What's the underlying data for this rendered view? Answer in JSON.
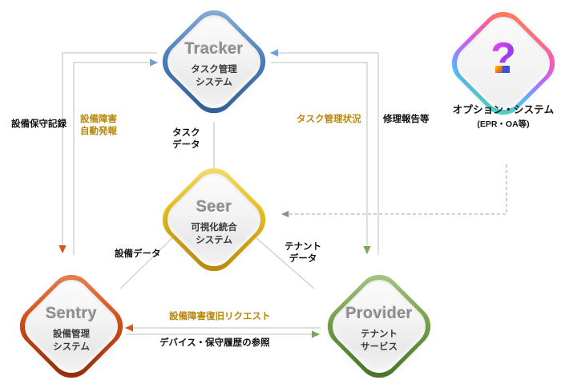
{
  "diagram": {
    "title_text": "",
    "nodes": [
      {
        "key": "tracker",
        "name": "Tracker",
        "sub1": "タスク管理",
        "sub2": "システム",
        "color": "#4f81bd",
        "color_dark": "#2f5e96"
      },
      {
        "key": "seer",
        "name": "Seer",
        "sub1": "可視化統合",
        "sub2": "システム",
        "color": "#e8c020",
        "color_dark": "#b8860b"
      },
      {
        "key": "sentry",
        "name": "Sentry",
        "sub1": "設備管理",
        "sub2": "システム",
        "color": "#d9531e",
        "color_dark": "#9c2f06"
      },
      {
        "key": "provider",
        "name": "Provider",
        "sub1": "テナント",
        "sub2": "サービス",
        "color": "#7aa84f",
        "color_dark": "#4e7a2a"
      },
      {
        "key": "option",
        "name": "?",
        "sub1": "",
        "sub2": "",
        "color": "#ff66cc",
        "color_dark": "#8e44ad"
      }
    ],
    "option_caption": {
      "line1": "オプション・システム",
      "line2": "(EPR・OA等)"
    },
    "edge_labels": [
      {
        "key": "equip-maint-record",
        "text": "設備保守記録",
        "color": "#111111"
      },
      {
        "key": "equip-fault-auto-report-l1",
        "text": "設備障害",
        "color": "#b8860b"
      },
      {
        "key": "equip-fault-auto-report-l2",
        "text": "自動発報",
        "color": "#b8860b"
      },
      {
        "key": "task-data-l1",
        "text": "タスク",
        "color": "#111111"
      },
      {
        "key": "task-data-l2",
        "text": "データ",
        "color": "#111111"
      },
      {
        "key": "task-mgmt-status",
        "text": "タスク管理状況",
        "color": "#b8860b"
      },
      {
        "key": "repair-report",
        "text": "修理報告等",
        "color": "#111111"
      },
      {
        "key": "equip-data",
        "text": "設備データ",
        "color": "#111111"
      },
      {
        "key": "tenant-data-l1",
        "text": "テナント",
        "color": "#111111"
      },
      {
        "key": "tenant-data-l2",
        "text": "データ",
        "color": "#111111"
      },
      {
        "key": "fault-recovery-request",
        "text": "設備障害復旧リクエスト",
        "color": "#b8860b"
      },
      {
        "key": "device-history-ref",
        "text": "デバイス・保守履歴の参照",
        "color": "#111111"
      }
    ],
    "arrow_colors": {
      "to_tracker": "#6f9fd8",
      "to_sentry": "#d9531e",
      "to_provider": "#7aa84f",
      "to_seer_dashed": "#9a9a9a",
      "line": "#c4c4c4"
    }
  }
}
